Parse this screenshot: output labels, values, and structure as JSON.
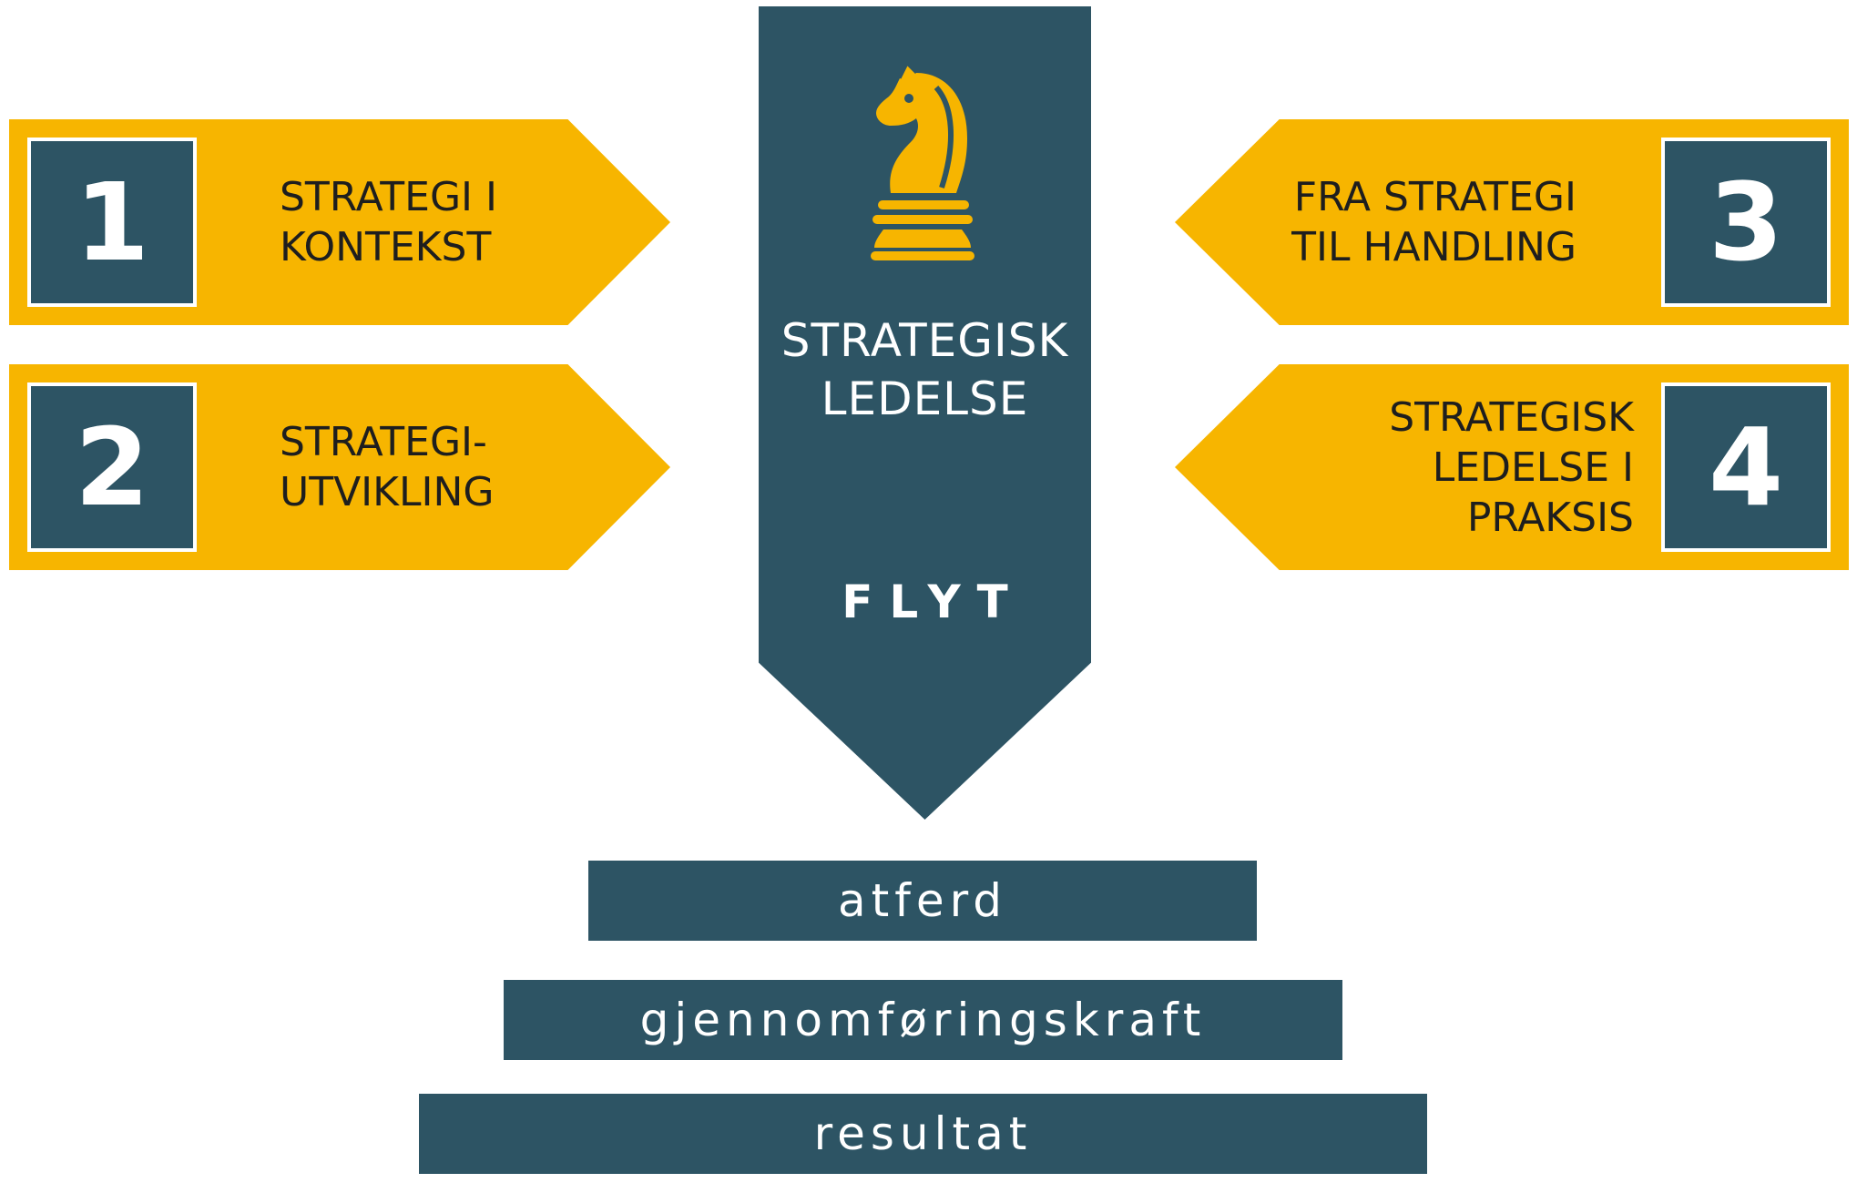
{
  "colors": {
    "accent": "#f7b500",
    "dark": "#2d5464",
    "text": "#1e1e1e",
    "white": "#ffffff"
  },
  "center": {
    "icon": "chess-knight-icon",
    "title_line1": "STRATEGISK",
    "title_line2": "LEDELSE",
    "brand": "FLYT"
  },
  "items": [
    {
      "number": "1",
      "line1": "STRATEGI I",
      "line2": "KONTEKST"
    },
    {
      "number": "2",
      "line1": "STRATEGI-",
      "line2": "UTVIKLING"
    },
    {
      "number": "3",
      "line1": "FRA STRATEGI",
      "line2": "TIL HANDLING"
    },
    {
      "number": "4",
      "line1": "STRATEGISK",
      "line2": "LEDELSE I",
      "line3": "PRAKSIS"
    }
  ],
  "levels": [
    "atferd",
    "gjennomføringskraft",
    "resultat"
  ]
}
